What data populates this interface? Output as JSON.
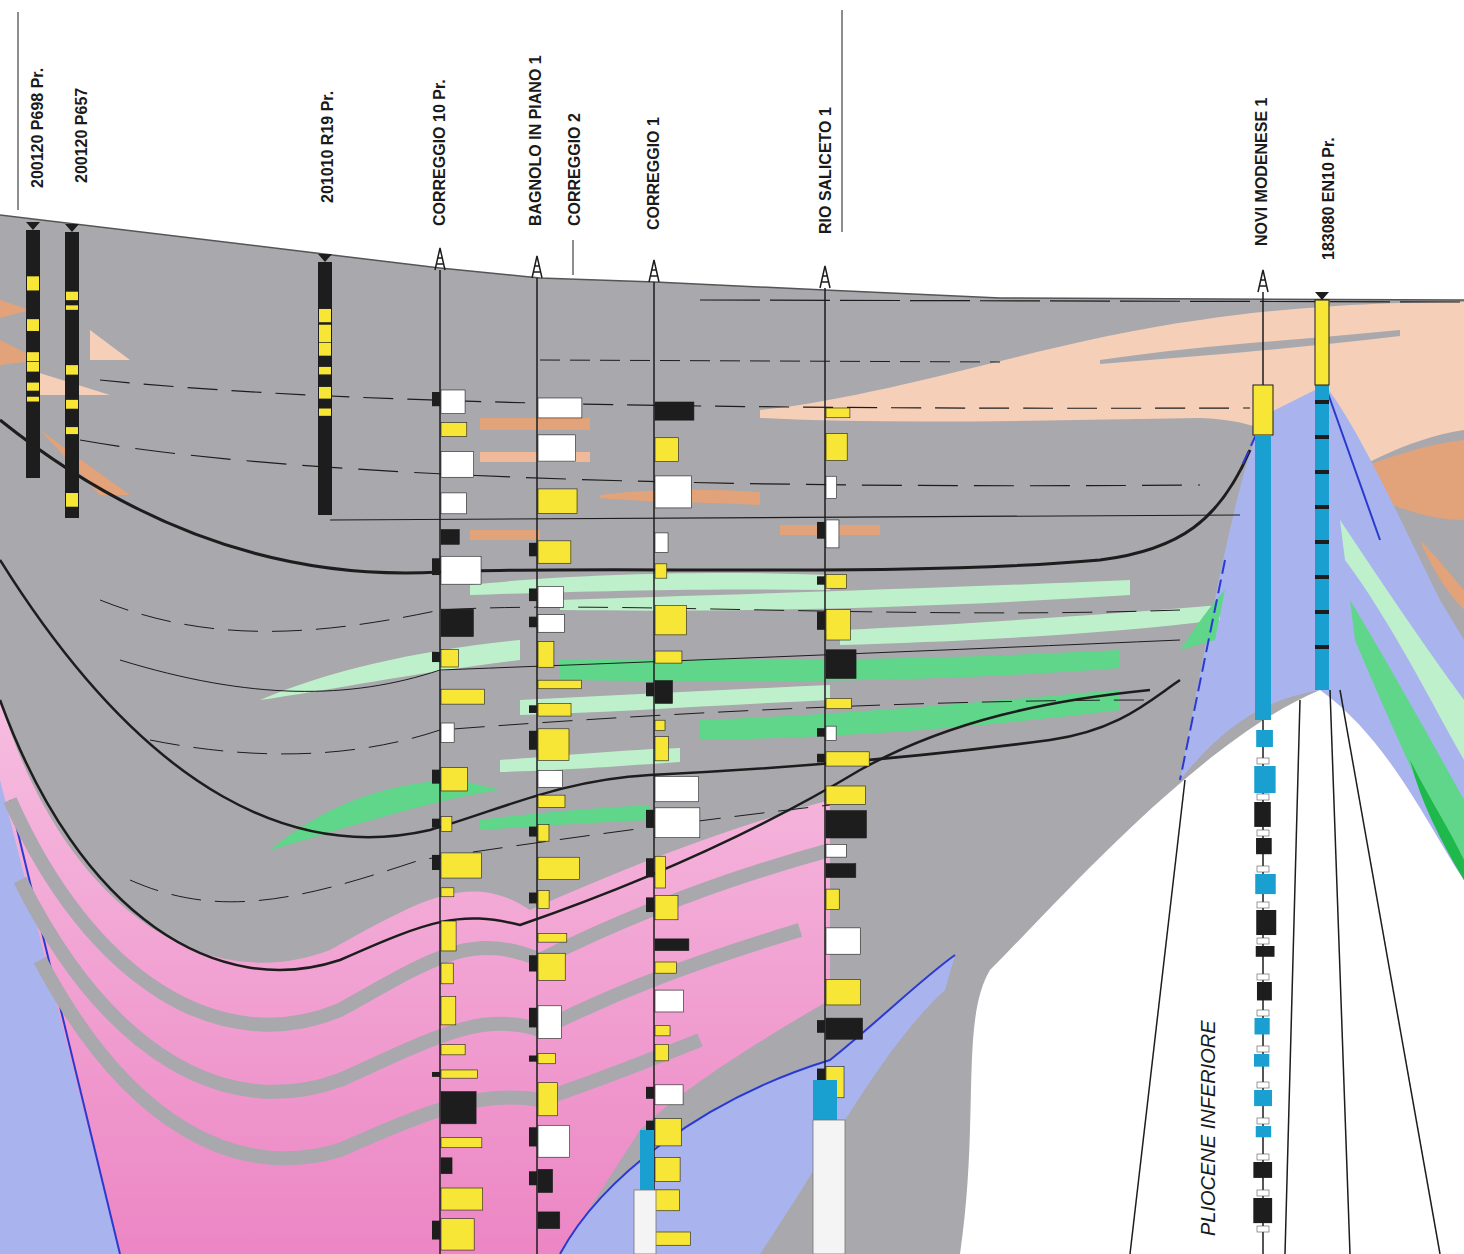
{
  "diagram": {
    "labels": [
      "200120 P698 Pr.",
      "200120 P657",
      "201010 R19 Pr.",
      "CORREGGIO 10 Pr.",
      "BAGNOLO IN PIANO 1",
      "CORREGGIO 2",
      "CORREGGIO 1",
      "RIO SALICETO 1",
      "NOVI MODENESE 1",
      "183080 EN10 Pr.",
      "PLIOCENE INFERIORE"
    ]
  }
}
